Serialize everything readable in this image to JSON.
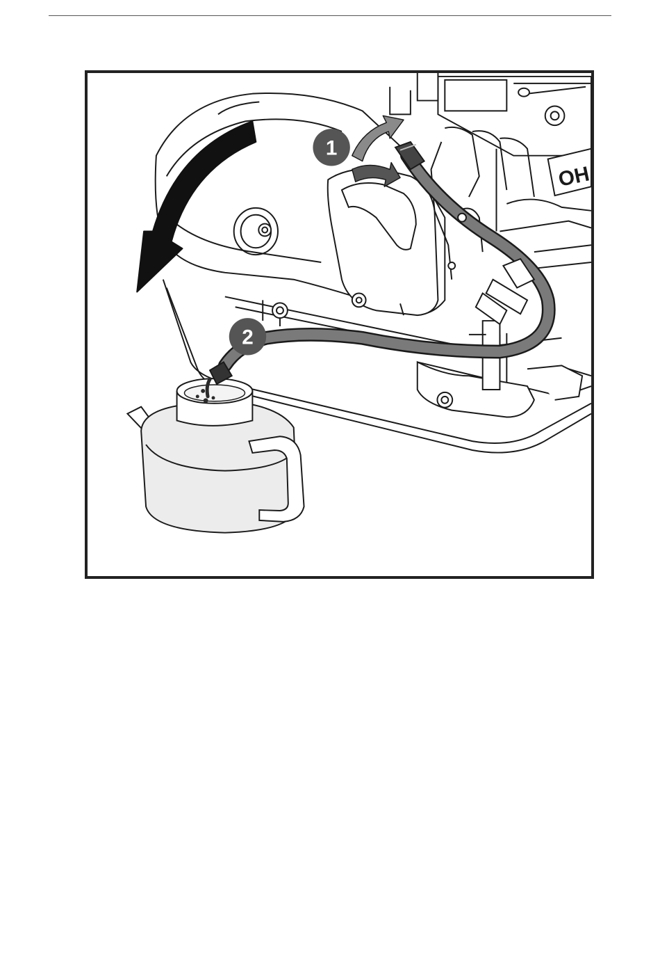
{
  "figure": {
    "steps": [
      {
        "label": "1"
      },
      {
        "label": "2"
      }
    ],
    "engine_badge_text": "OH",
    "colors": {
      "line": "#1a1a1a",
      "hose": "#7a7a7a",
      "badge": "#555555",
      "arrow_dark": "#111111",
      "arrow_gray": "#8a8a8a",
      "container_shade": "#ececec",
      "liquid": "#2a2a2a"
    }
  }
}
